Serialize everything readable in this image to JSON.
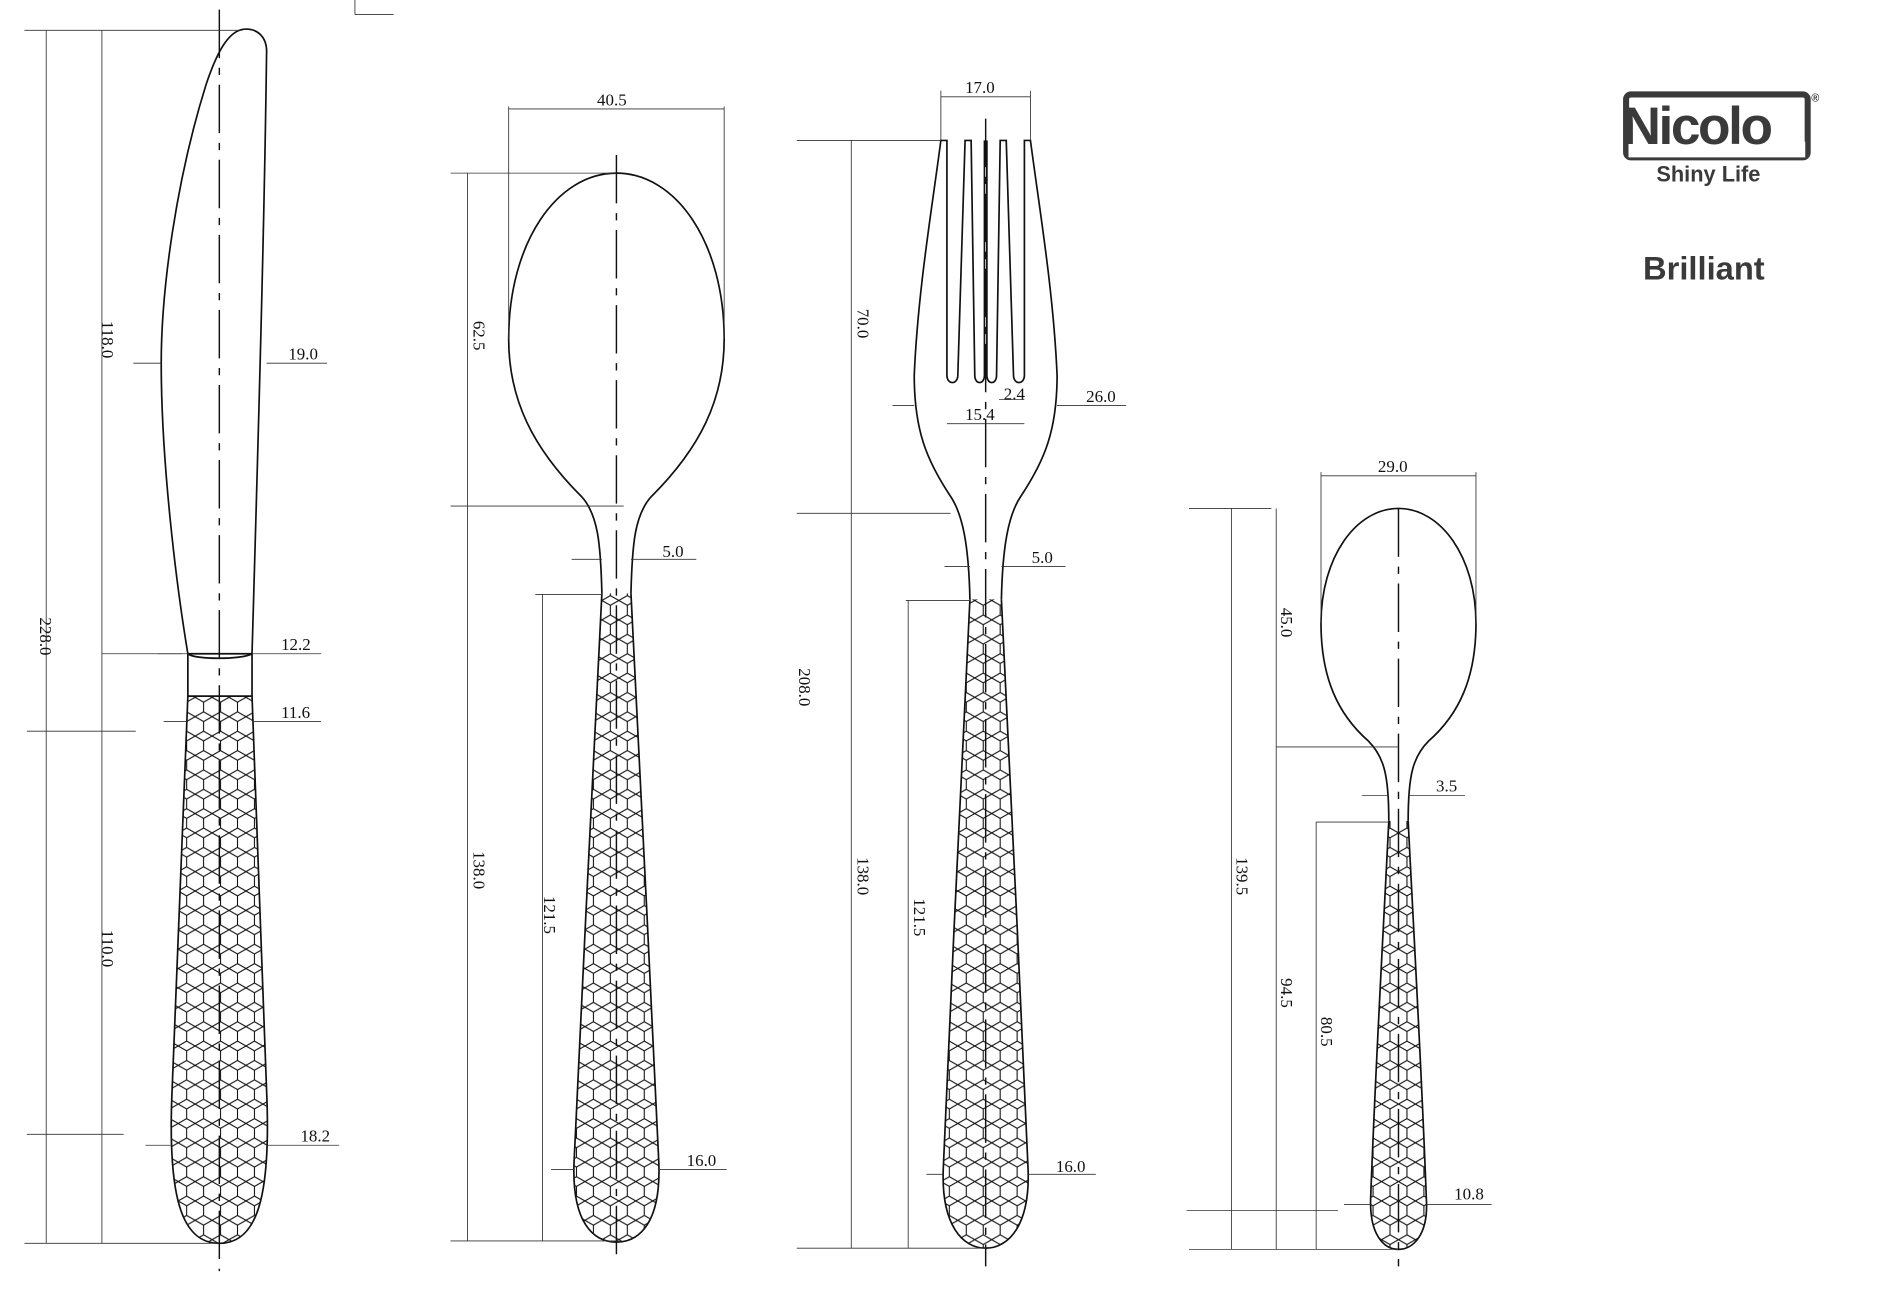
{
  "brand": {
    "name": "Nicolo",
    "registered": "®",
    "tagline": "Shiny Life"
  },
  "collection": "Brilliant",
  "knife": {
    "total": "228.0",
    "blade": "118.0",
    "handle": "110.0",
    "blade_width": "19.0",
    "neck_width": "12.2",
    "handle_top": "11.6",
    "handle_bottom": "18.2"
  },
  "spoon": {
    "bowl_width": "40.5",
    "bowl_length": "62.5",
    "neck": "5.0",
    "handle": "138.0",
    "pattern": "121.5",
    "handle_bottom": "16.0"
  },
  "fork": {
    "tine_width": "17.0",
    "tine_length": "70.0",
    "total": "208.0",
    "tine_gap": "2.4",
    "tines_inner": "15.4",
    "head_width": "26.0",
    "neck": "5.0",
    "handle": "138.0",
    "pattern": "121.5",
    "handle_bottom": "16.0"
  },
  "teaspoon": {
    "bowl_width": "29.0",
    "bowl_length": "45.0",
    "neck": "3.5",
    "total": "139.5",
    "handle": "94.5",
    "pattern": "80.5",
    "handle_bottom": "10.8"
  },
  "colors": {
    "line": "#111111",
    "logo": "#3a3a3a"
  }
}
